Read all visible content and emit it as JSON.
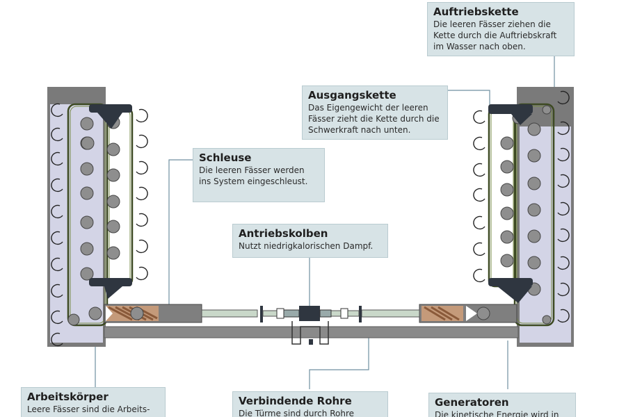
{
  "colors": {
    "tower_wall": "#7a7a7a",
    "water": "#d3d4e6",
    "chain": "#5a6b3a",
    "barrel": "#8e8e8e",
    "callout_bg": "#d7e3e6",
    "piston_brown": "#9a6a4a",
    "pipe": "#c9d8c9",
    "dark_part": "#2f3640"
  },
  "callouts": {
    "auftriebskette": {
      "title": "Auftriebskette",
      "text": "Die leeren Fässer ziehen die Kette durch die Auftriebskraft im Wasser nach oben."
    },
    "ausgangskette": {
      "title": "Ausgangskette",
      "text": "Das Eigengewicht der leeren Fässer zieht die Kette durch die Schwerkraft nach unten."
    },
    "schleuse": {
      "title": "Schleuse",
      "text": "Die leeren Fässer werden ins System eingeschleust."
    },
    "antriebskolben": {
      "title": "Antriebskolben",
      "text": "Nutzt niedrigkalorischen Dampf."
    },
    "arbeitskoerper": {
      "title": "Arbeitskörper",
      "text": "Leere Fässer sind die Arbeits-"
    },
    "rohre": {
      "title": "Verbindende Rohre",
      "text": "Die Türme sind durch Rohre"
    },
    "generatoren": {
      "title": "Generatoren",
      "text": "Die kinetische Energie wird in"
    }
  }
}
